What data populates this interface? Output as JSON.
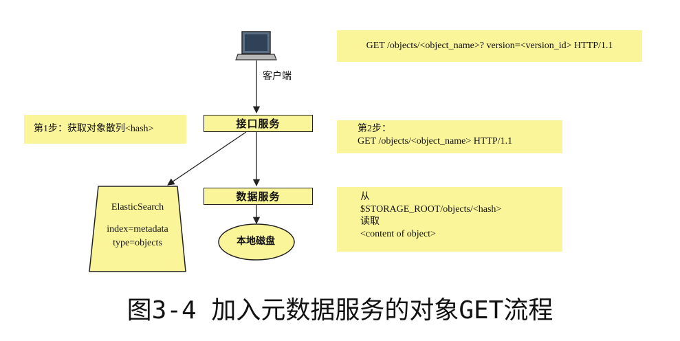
{
  "client": {
    "label": "客户端"
  },
  "interface_service": {
    "label": "接口服务"
  },
  "data_service": {
    "label": "数据服务"
  },
  "local_disk": {
    "label": "本地磁盘"
  },
  "elasticsearch": {
    "title": "ElasticSearch",
    "index": "index=metadata",
    "type": "type=objects"
  },
  "notes": {
    "request": "GET /objects/<object_name>?  version=<version_id> HTTP/1.1",
    "step1": "第1步：获取对象散列<hash>",
    "step2": [
      "第2步：",
      "GET /objects/<object_name> HTTP/1.1"
    ],
    "read": [
      "从",
      "$STORAGE_ROOT/objects/<hash>",
      "读取",
      "<content of object>"
    ]
  },
  "caption": "图3-4  加入元数据服务的对象GET流程",
  "colors": {
    "note_fill": "#fbf59a",
    "stroke": "#222222"
  }
}
